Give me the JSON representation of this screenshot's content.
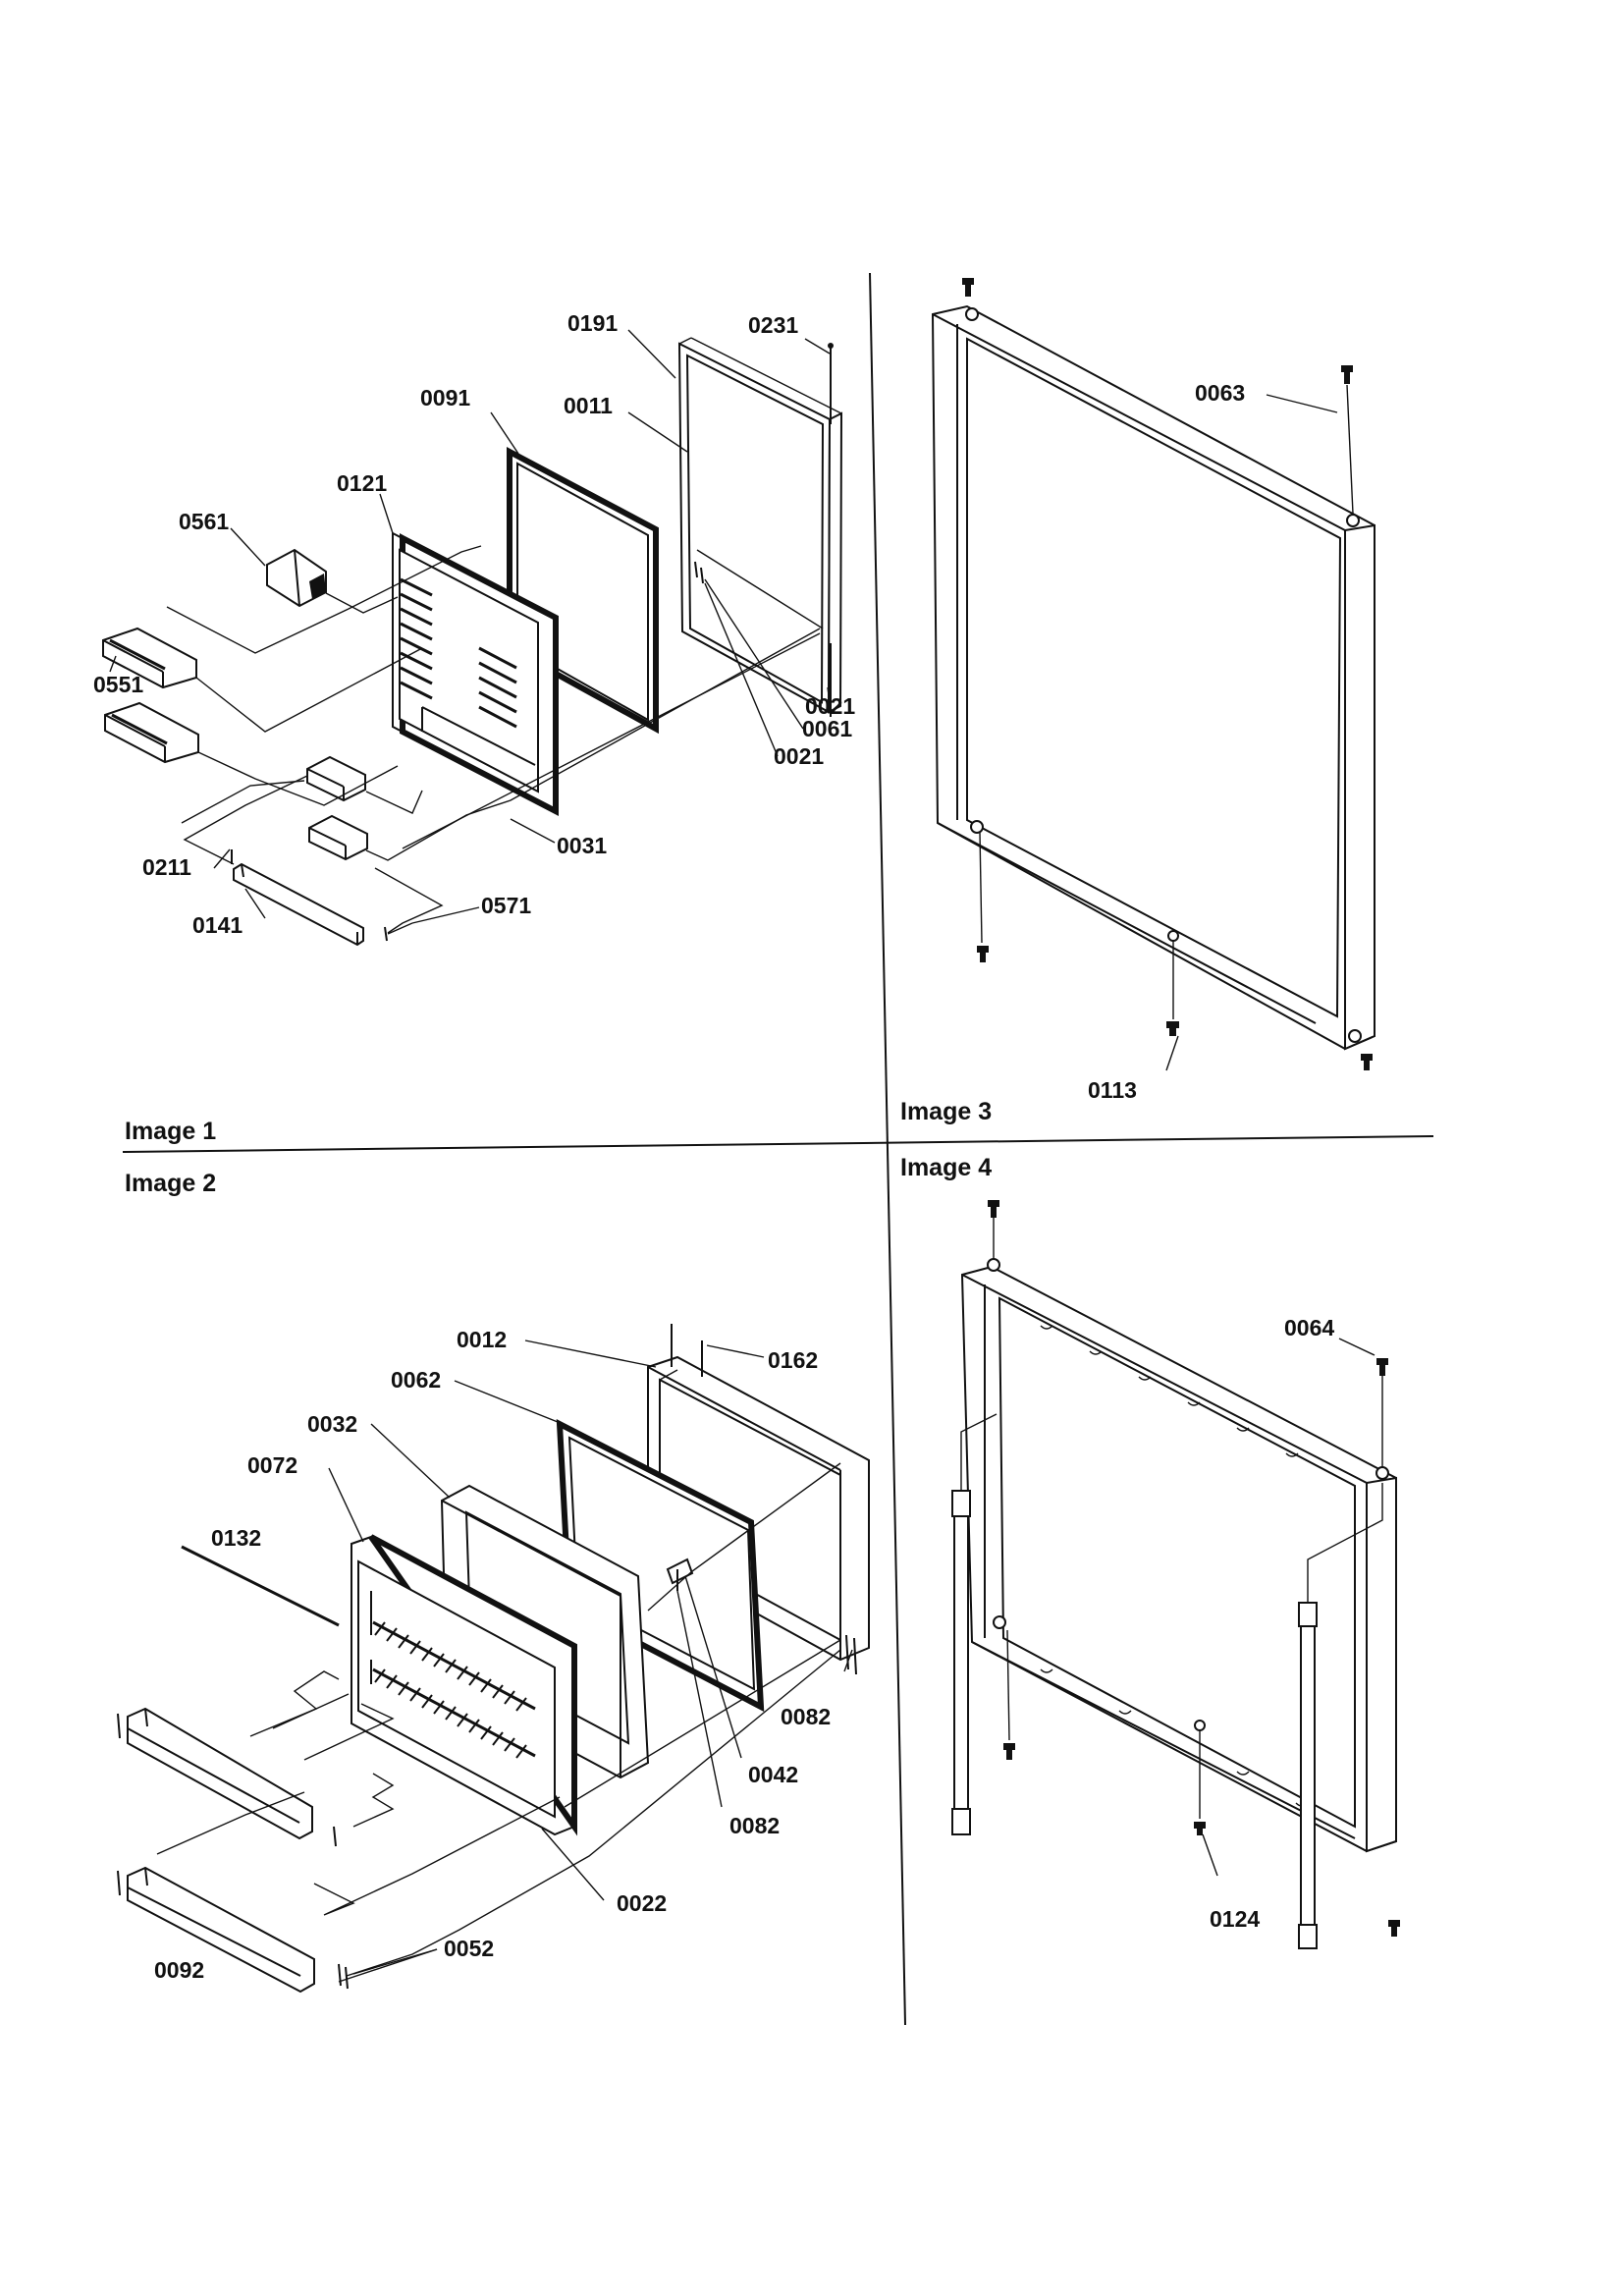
{
  "panels": [
    {
      "caption": "Image 1"
    },
    {
      "caption": "Image 2"
    },
    {
      "caption": "Image 3"
    },
    {
      "caption": "Image 4"
    }
  ],
  "callouts": {
    "p1": [
      "0191",
      "0231",
      "0091",
      "0011",
      "0121",
      "0561",
      "0551",
      "0021",
      "0061",
      "0021",
      "0031",
      "0211",
      "0571",
      "0141"
    ],
    "p2": [
      "0012",
      "0162",
      "0062",
      "0032",
      "0072",
      "0132",
      "0082",
      "0042",
      "0082",
      "0022",
      "0052",
      "0092"
    ],
    "p3": [
      "0063",
      "0113"
    ],
    "p4": [
      "0064",
      "0124"
    ]
  }
}
